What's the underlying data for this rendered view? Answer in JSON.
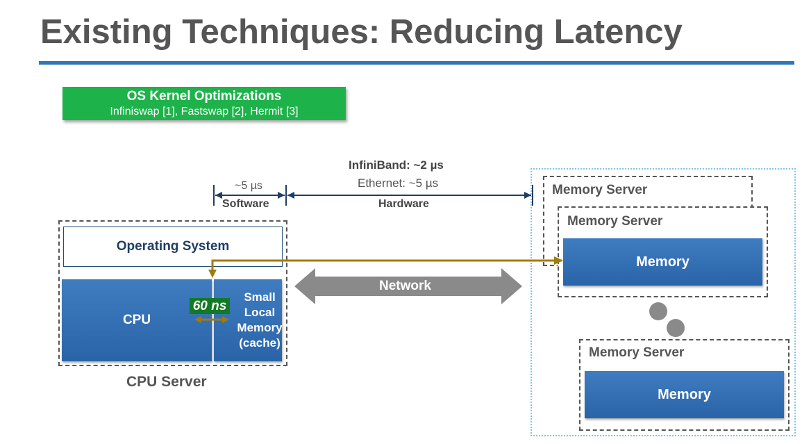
{
  "slide": {
    "title": "Existing Techniques: Reducing Latency"
  },
  "technique_box": {
    "title": "OS Kernel Optimizations",
    "subtitle": "Infiniswap [1], Fastswap [2], Hermit [3]"
  },
  "latency": {
    "software_latency": "~5 µs",
    "software_label": "Software",
    "infiniband_latency": "InfiniBand: ~2 µs",
    "ethernet_latency": "Ethernet: ~5 µs",
    "hardware_label": "Hardware"
  },
  "cpu_server": {
    "label": "CPU Server",
    "os_label": "Operating System",
    "cpu_label": "CPU",
    "cache_line1": "Small",
    "cache_line2": "Local",
    "cache_line3": "Memory",
    "cache_line4": "(cache)",
    "local_latency": "60 ns"
  },
  "network": {
    "label": "Network"
  },
  "memory_servers": [
    {
      "label": "Memory Server"
    },
    {
      "label": "Memory Server",
      "memory_label": "Memory"
    },
    {
      "label": "Memory Server",
      "memory_label": "Memory"
    }
  ],
  "colors": {
    "title_rule": "#2e77b4",
    "green_box": "#1db34a",
    "memory_blue": "#2a64a8",
    "arrow_gold": "#a07b12",
    "ns_badge": "#127a25",
    "network_gray": "#8a8a8a"
  }
}
